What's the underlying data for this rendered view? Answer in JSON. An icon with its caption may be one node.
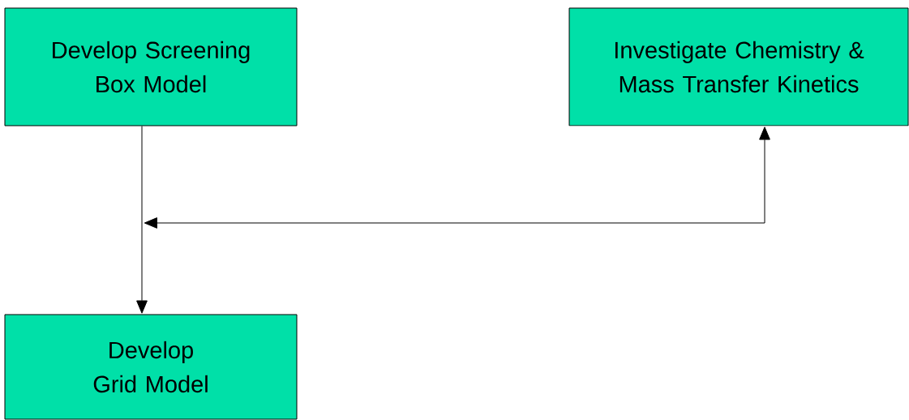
{
  "diagram": {
    "nodes": [
      {
        "text": [
          "Develop Screening Box Model"
        ]
      },
      {
        "text": [
          "Investigate Chemistry & Mass Transfer Kinetics"
        ]
      },
      {
        "text": [
          "Develop Grid Model"
        ]
      }
    ],
    "edges": [
      {
        "from": 0,
        "to": 2,
        "arrow": "to"
      },
      {
        "from": 1,
        "to": null,
        "arrow": "both"
      }
    ]
  }
}
